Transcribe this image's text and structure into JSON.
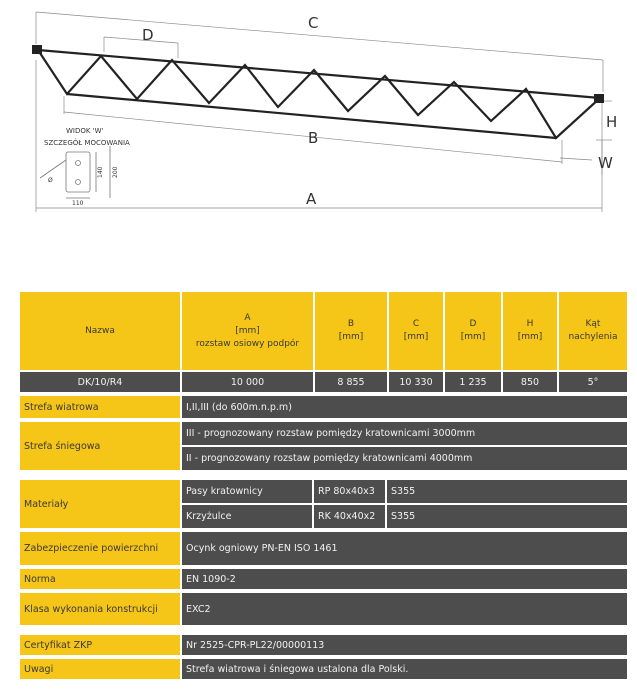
{
  "drawing": {
    "dim_a": "A",
    "dim_b": "B",
    "dim_c": "C",
    "dim_d": "D",
    "dim_h": "H",
    "dim_w": "W",
    "view_title": "WIDOK 'W'",
    "view_subtitle": "SZCZEGÓŁ MOCOWANIA",
    "detail_110": "110",
    "detail_140": "140",
    "detail_200": "200",
    "detail_hole": "Ø"
  },
  "table": {
    "headers": {
      "name": "Nazwa",
      "a_line1": "A",
      "a_line2": "[mm]",
      "a_line3": "rozstaw osiowy podpór",
      "b_line1": "B",
      "b_line2": "[mm]",
      "c_line1": "C",
      "c_line2": "[mm]",
      "d_line1": "D",
      "d_line2": "[mm]",
      "h_line1": "H",
      "h_line2": "[mm]",
      "angle_line1": "Kąt",
      "angle_line2": "nachylenia"
    },
    "values": {
      "name": "DK/10/R4",
      "a": "10 000",
      "b": "8 855",
      "c": "10 330",
      "d": "1 235",
      "h": "850",
      "angle": "5°"
    },
    "specs": {
      "wind_label": "Strefa wiatrowa",
      "wind_value": "I,II,III (do 600m.n.p.m)",
      "snow_label": "Strefa śniegowa",
      "snow_value_1": "III - prognozowany rozstaw pomiędzy kratownicami 3000mm",
      "snow_value_2": "II  - prognozowany rozstaw pomiędzy kratownicami 4000mm",
      "materials_label": "Materiały",
      "chords_label": "Pasy kratownicy",
      "chords_profile": "RP 80x40x3",
      "chords_grade": "S355",
      "braces_label": "Krzyżulce",
      "braces_profile": "RK 40x40x2",
      "braces_grade": "S355",
      "surface_label": "Zabezpieczenie powierzchni",
      "surface_value": "Ocynk ogniowy PN-EN ISO 1461",
      "norm_label": "Norma",
      "norm_value": "EN 1090-2",
      "class_label": "Klasa wykonania konstrukcji",
      "class_value": "EXC2",
      "cert_label": "Certyfikat ZKP",
      "cert_value": "Nr 2525-CPR-PL22/00000113",
      "notes_label": "Uwagi",
      "notes_value": "Strefa wiatrowa i śniegowa ustalona dla Polski."
    }
  }
}
